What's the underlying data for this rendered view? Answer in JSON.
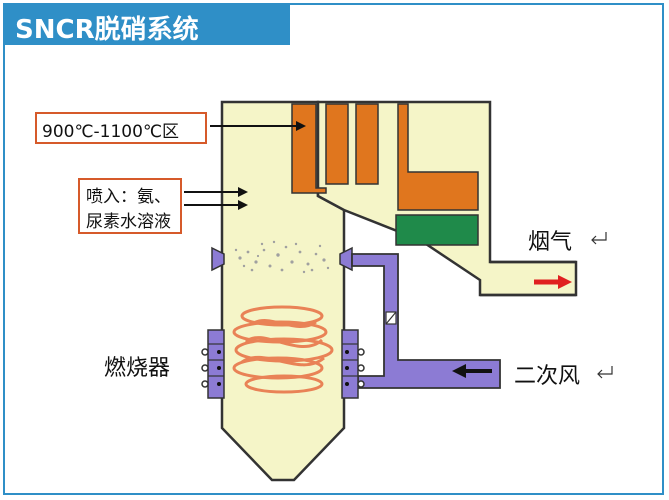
{
  "header": {
    "title": "SNCR脱硝系统"
  },
  "labels": {
    "temp_zone": "900℃-1100℃区",
    "inject_line1": "喷入：氨、",
    "inject_line2": "尿素水溶液",
    "flue_gas": "烟气",
    "burner": "燃烧器",
    "secondary_air": "二次风"
  },
  "colors": {
    "accent": "#2f8fc7",
    "furnace_fill": "#f5f5c8",
    "superheater": "#e0761e",
    "economizer": "#1f8a4a",
    "duct": "#8c7bd4",
    "flame": "#e8764a",
    "arrow_red": "#e02020",
    "label_border": "#d65a2a"
  }
}
